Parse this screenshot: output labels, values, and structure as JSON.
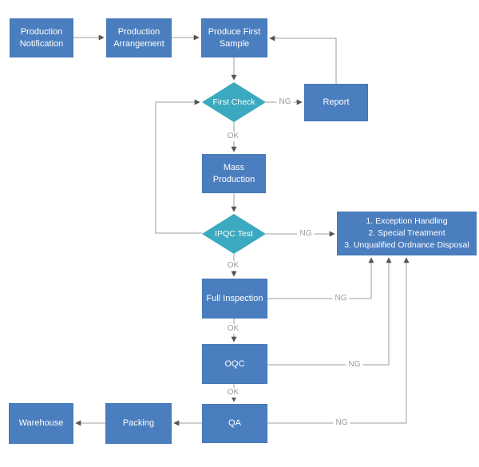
{
  "diagram": {
    "type": "flowchart",
    "colors": {
      "process_fill": "#4b7ebe",
      "decision_fill": "#3ba9bf",
      "connector_line": "#9e9e9e",
      "arrowhead": "#555555",
      "edge_label_text": "#9b9b9b",
      "node_text": "#ffffff",
      "background": "#ffffff"
    },
    "nodes": {
      "production_notification": {
        "type": "process",
        "label": "Production Notification"
      },
      "production_arrangement": {
        "type": "process",
        "label": "Production Arrangement"
      },
      "produce_first_sample": {
        "type": "process",
        "label": "Produce First Sample"
      },
      "first_check": {
        "type": "decision",
        "label": "First Check"
      },
      "report": {
        "type": "process",
        "label": "Report"
      },
      "mass_production": {
        "type": "process",
        "label": "Mass Production"
      },
      "ipqc_test": {
        "type": "decision",
        "label": "IPQC Test"
      },
      "exception_handling": {
        "type": "process",
        "lines": [
          "1. Exception Handling",
          "2. Special Treatment",
          "3. Unqualified Ordnance Disposal"
        ]
      },
      "full_inspection": {
        "type": "process",
        "label": "Full Inspection"
      },
      "oqc": {
        "type": "process",
        "label": "OQC"
      },
      "qa": {
        "type": "process",
        "label": "QA"
      },
      "packing": {
        "type": "process",
        "label": "Packing"
      },
      "warehouse": {
        "type": "process",
        "label": "Warehouse"
      }
    },
    "edges": [
      {
        "from": "production_notification",
        "to": "production_arrangement",
        "label": ""
      },
      {
        "from": "production_arrangement",
        "to": "produce_first_sample",
        "label": ""
      },
      {
        "from": "produce_first_sample",
        "to": "first_check",
        "label": ""
      },
      {
        "from": "first_check",
        "to": "report",
        "label": "NG"
      },
      {
        "from": "report",
        "to": "produce_first_sample",
        "label": ""
      },
      {
        "from": "first_check",
        "to": "mass_production",
        "label": "OK"
      },
      {
        "from": "mass_production",
        "to": "ipqc_test",
        "label": ""
      },
      {
        "from": "ipqc_test",
        "to": "exception_handling",
        "label": "NG"
      },
      {
        "from": "ipqc_test",
        "to": "first_check",
        "label": ""
      },
      {
        "from": "ipqc_test",
        "to": "full_inspection",
        "label": "OK"
      },
      {
        "from": "full_inspection",
        "to": "exception_handling",
        "label": "NG"
      },
      {
        "from": "full_inspection",
        "to": "oqc",
        "label": "OK"
      },
      {
        "from": "oqc",
        "to": "exception_handling",
        "label": "NG"
      },
      {
        "from": "oqc",
        "to": "qa",
        "label": "OK"
      },
      {
        "from": "qa",
        "to": "exception_handling",
        "label": "NG"
      },
      {
        "from": "qa",
        "to": "packing",
        "label": ""
      },
      {
        "from": "packing",
        "to": "warehouse",
        "label": ""
      }
    ]
  }
}
